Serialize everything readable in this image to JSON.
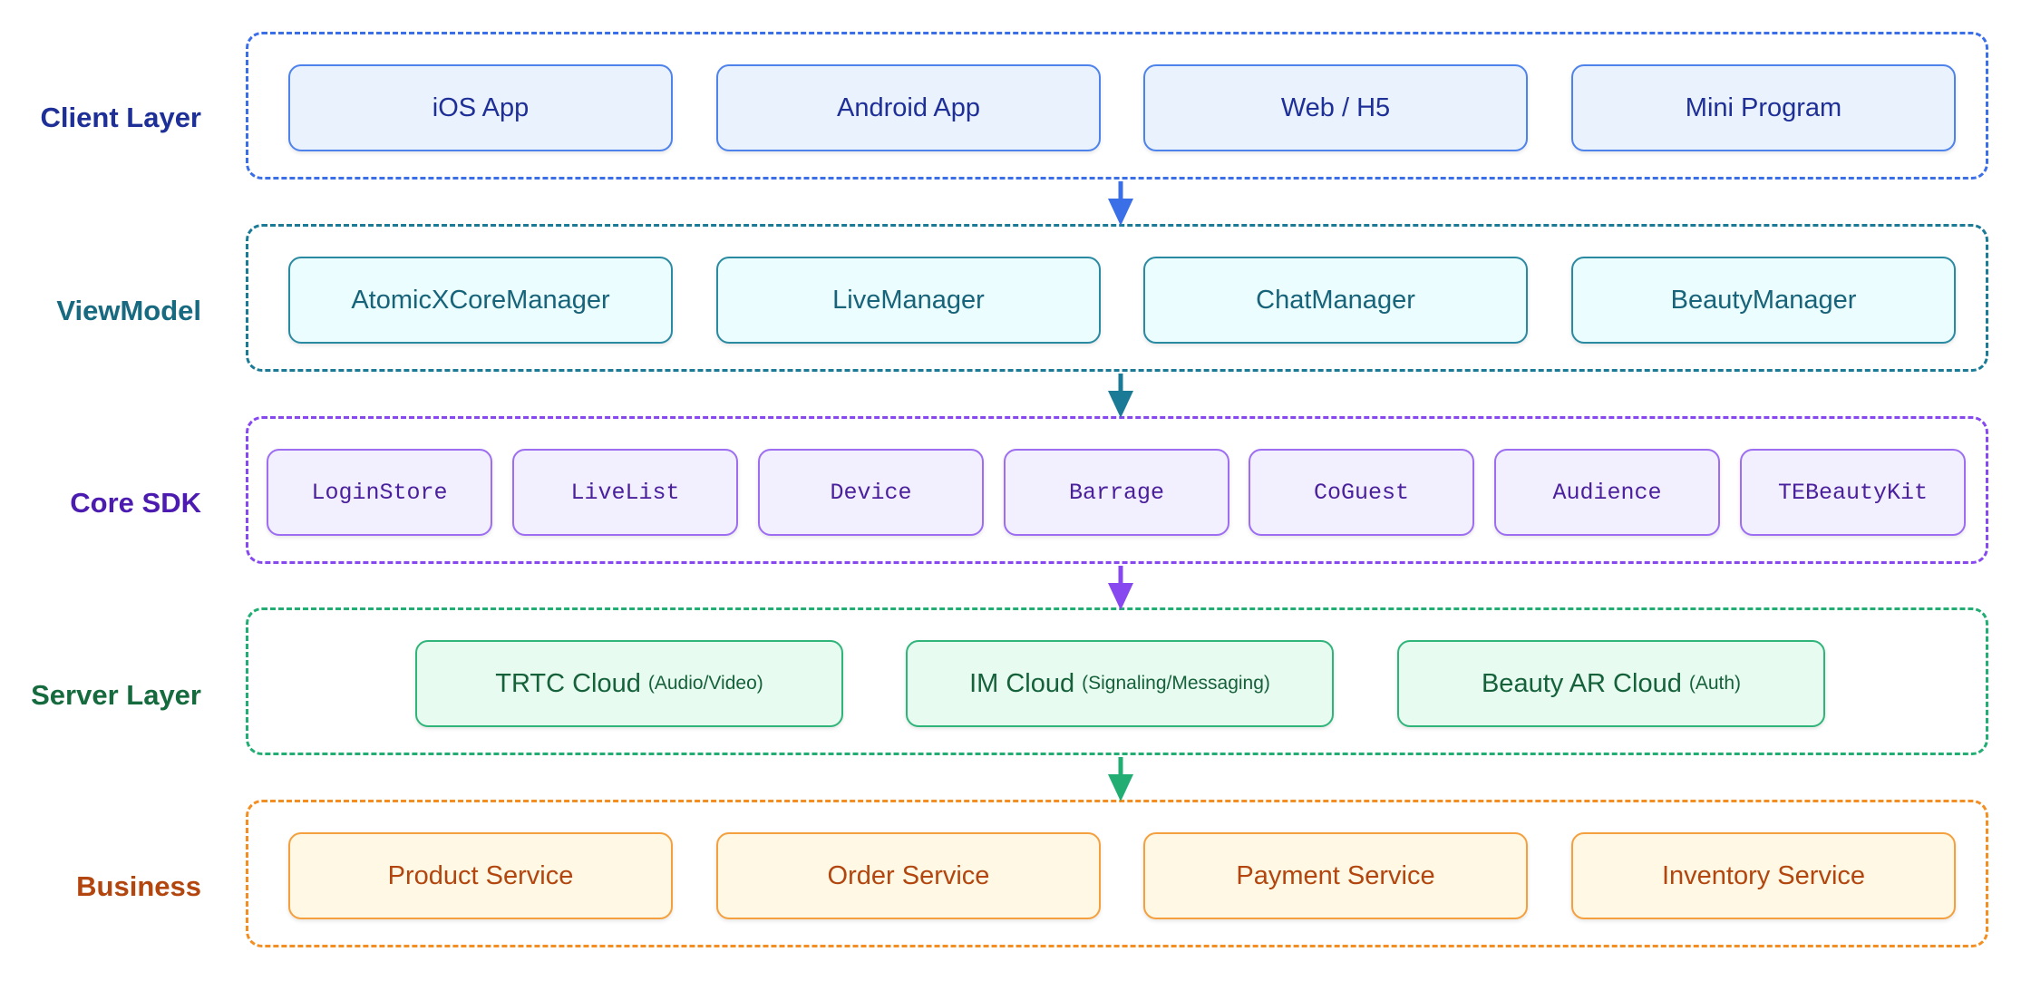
{
  "layers": [
    {
      "label": "Client Layer",
      "nodes": [
        {
          "text": "iOS App"
        },
        {
          "text": "Android App"
        },
        {
          "text": "Web / H5"
        },
        {
          "text": "Mini Program"
        }
      ]
    },
    {
      "label": "ViewModel",
      "nodes": [
        {
          "text": "AtomicXCoreManager"
        },
        {
          "text": "LiveManager"
        },
        {
          "text": "ChatManager"
        },
        {
          "text": "BeautyManager"
        }
      ]
    },
    {
      "label": "Core SDK",
      "nodes": [
        {
          "text": "LoginStore"
        },
        {
          "text": "LiveList"
        },
        {
          "text": "Device"
        },
        {
          "text": "Barrage"
        },
        {
          "text": "CoGuest"
        },
        {
          "text": "Audience"
        },
        {
          "text": "TEBeautyKit"
        }
      ]
    },
    {
      "label": "Server Layer",
      "nodes": [
        {
          "text": "TRTC Cloud",
          "sub": "(Audio/Video)"
        },
        {
          "text": "IM Cloud",
          "sub": "(Signaling/Messaging)"
        },
        {
          "text": "Beauty AR Cloud",
          "sub": "(Auth)"
        }
      ]
    },
    {
      "label": "Business",
      "nodes": [
        {
          "text": "Product Service"
        },
        {
          "text": "Order Service"
        },
        {
          "text": "Payment Service"
        },
        {
          "text": "Inventory Service"
        }
      ]
    }
  ],
  "colors": {
    "client": "#3b6fe8",
    "viewmodel": "#1b7b96",
    "core": "#8748ef",
    "server": "#22ad72",
    "business": "#f28e22"
  }
}
